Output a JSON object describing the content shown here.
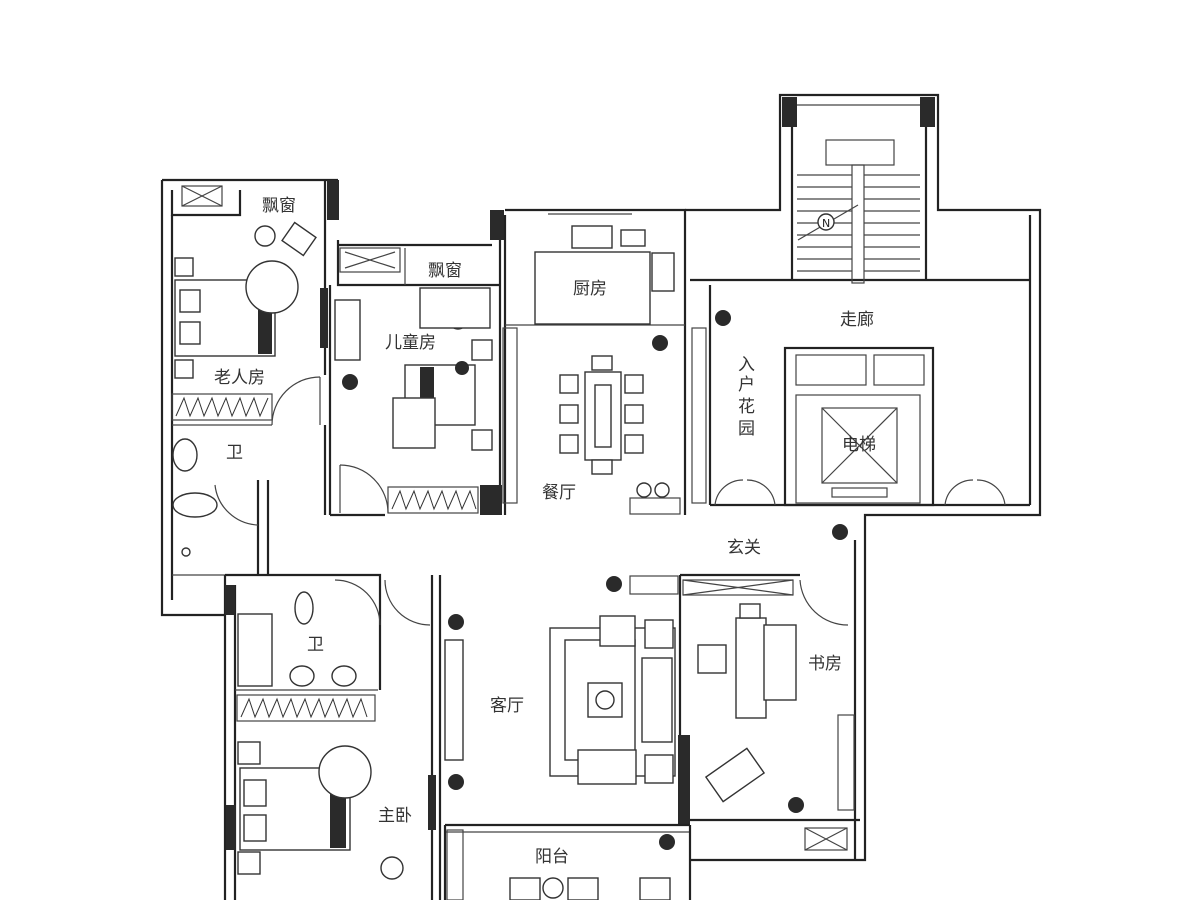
{
  "rooms": {
    "bay_window_1": "飘窗",
    "bay_window_2": "飘窗",
    "kitchen": "厨房",
    "corridor": "走廊",
    "children_room": "儿童房",
    "elder_room": "老人房",
    "entry_garden": [
      "入",
      "户",
      "花",
      "园"
    ],
    "bathroom_1": "卫",
    "dining": "餐厅",
    "elevator": "电梯",
    "foyer": "玄关",
    "bathroom_2": "卫",
    "living": "客厅",
    "study": "书房",
    "master_bedroom": "主卧",
    "balcony": "阳台"
  },
  "icons": {
    "stair_arrow": "north-arrow-icon",
    "plant": "plant-icon"
  },
  "colors": {
    "wall": "#222222",
    "background": "#ffffff"
  }
}
